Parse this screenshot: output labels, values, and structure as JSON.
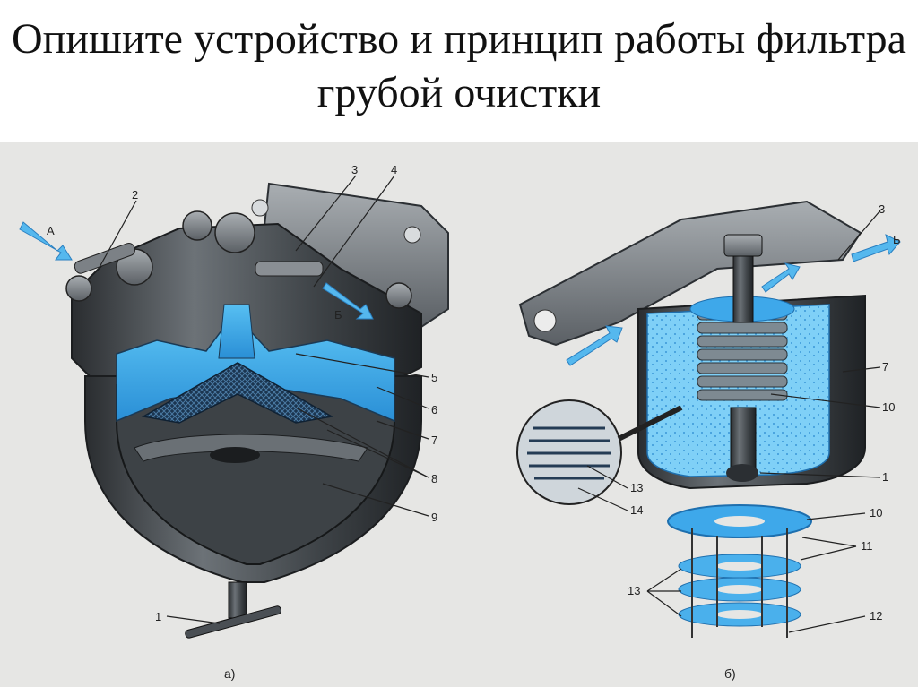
{
  "title": "Опишите устройство и принцип работы фильтра грубой очистки",
  "colors": {
    "water": "#3aa6e6",
    "water_dark": "#1e78c2",
    "metal": "#555b60",
    "metal_dark": "#2b2f33",
    "bg": "#e6e6e4"
  },
  "diagram_a": {
    "caption": "а)",
    "flow_in": "А",
    "flow_out": "Б",
    "callouts": [
      "1",
      "2",
      "3",
      "4",
      "5",
      "6",
      "7",
      "8",
      "9"
    ]
  },
  "diagram_b": {
    "caption": "б)",
    "flow_out": "Б",
    "callouts": [
      "3",
      "7",
      "10",
      "1",
      "13",
      "14",
      "10",
      "11",
      "13",
      "12"
    ]
  }
}
